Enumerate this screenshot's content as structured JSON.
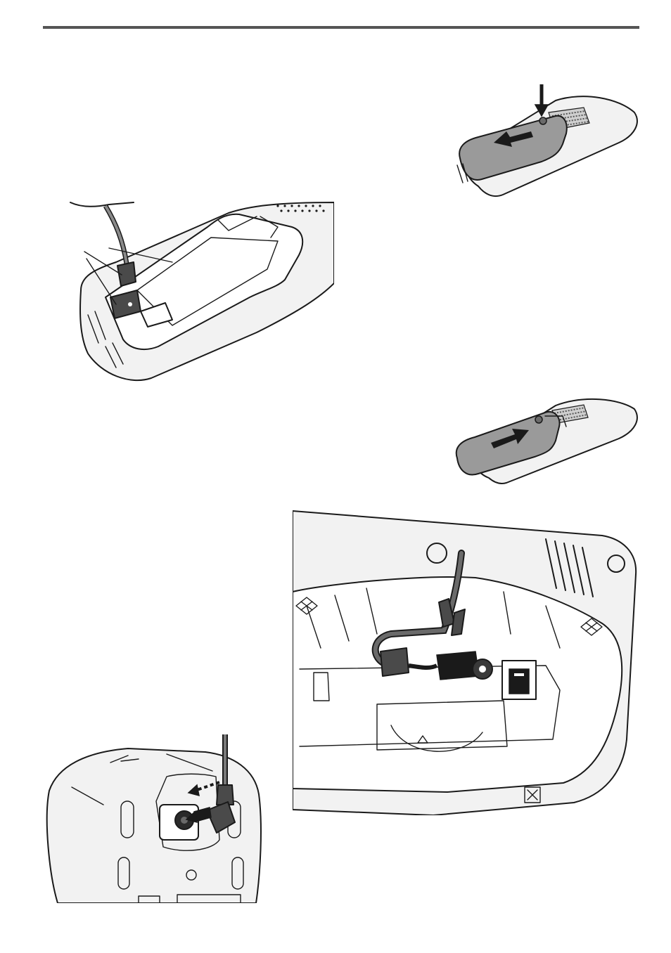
{
  "page": {
    "header_rule": true
  },
  "figures": [
    {
      "id": "handset-cover-removal",
      "icon": "arrow-left-icon"
    },
    {
      "id": "battery-connector",
      "icon": "connector-icon"
    },
    {
      "id": "handset-cover-replace",
      "icon": "arrow-right-icon"
    },
    {
      "id": "base-unit-cord-routing",
      "icon": "phone-jack-icon"
    },
    {
      "id": "charger-adaptor-plug",
      "icon": "dc-plug-icon"
    }
  ],
  "colors": {
    "rule": "#555555",
    "cover": "#9a9a9a",
    "shell": "#f2f2f2",
    "ink": "#1a1a1a"
  }
}
